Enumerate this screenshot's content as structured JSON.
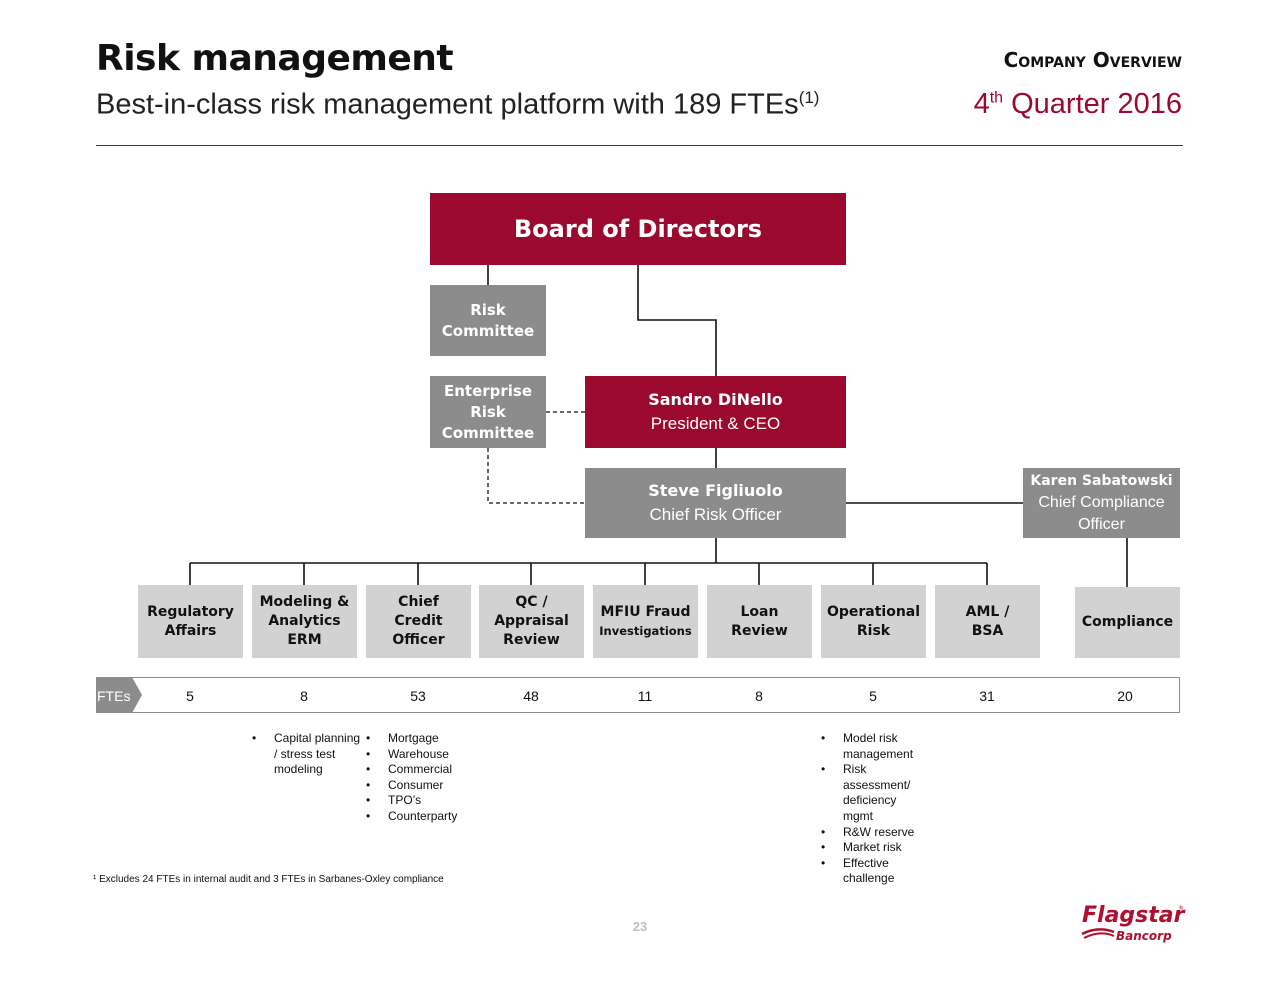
{
  "header": {
    "title": "Risk management",
    "subtitle": "Best-in-class risk management platform with 189 FTEs",
    "subtitle_sup": "(1)",
    "section": "Company Overview",
    "quarter_num": "4",
    "quarter_sup": "th",
    "quarter_rest": " Quarter 2016"
  },
  "org": {
    "board": "Board of Directors",
    "risk_committee": [
      "Risk",
      "Committee"
    ],
    "erc": [
      "Enterprise",
      "Risk",
      "Committee"
    ],
    "ceo_name": "Sandro DiNello",
    "ceo_title": "President & CEO",
    "cro_name": "Steve Figliuolo",
    "cro_title": "Chief Risk Officer",
    "cco_name": "Karen Sabatowski",
    "cco_title": [
      "Chief Compliance",
      "Officer"
    ]
  },
  "departments": [
    {
      "lines": [
        "Regulatory",
        "Affairs"
      ],
      "fte": "5"
    },
    {
      "lines": [
        "Modeling &",
        "Analytics",
        "ERM"
      ],
      "fte": "8"
    },
    {
      "lines": [
        "Chief",
        "Credit",
        "Officer"
      ],
      "fte": "53"
    },
    {
      "lines": [
        "QC /",
        "Appraisal",
        "Review"
      ],
      "fte": "48"
    },
    {
      "lines": [
        "MFIU Fraud",
        "Investigations"
      ],
      "fte": "11"
    },
    {
      "lines": [
        "Loan",
        "Review"
      ],
      "fte": "8"
    },
    {
      "lines": [
        "Operational",
        "Risk"
      ],
      "fte": "5"
    },
    {
      "lines": [
        "AML /",
        "BSA"
      ],
      "fte": "31"
    },
    {
      "lines": [
        "Compliance"
      ],
      "fte": "20"
    }
  ],
  "fte_label": "FTEs",
  "bullets": {
    "modeling": [
      "Capital planning / stress test modeling"
    ],
    "credit": [
      "Mortgage",
      "Warehouse",
      "Commercial",
      "Consumer",
      "TPO’s",
      "Counterparty"
    ],
    "operational": [
      "Model risk management",
      "Risk assessment/ deficiency mgmt",
      "R&W reserve",
      "Market risk",
      "Effective challenge"
    ]
  },
  "footnote": "¹  Excludes 24 FTEs in internal audit and 3 FTEs in Sarbanes-Oxley compliance",
  "page_number": "23",
  "logo": {
    "name": "Flagstar",
    "sub": "Bancorp"
  },
  "colors": {
    "brand_red": "#9b0a2e",
    "dark_gray": "#8c8c8c",
    "light_gray": "#d2d2d2"
  }
}
